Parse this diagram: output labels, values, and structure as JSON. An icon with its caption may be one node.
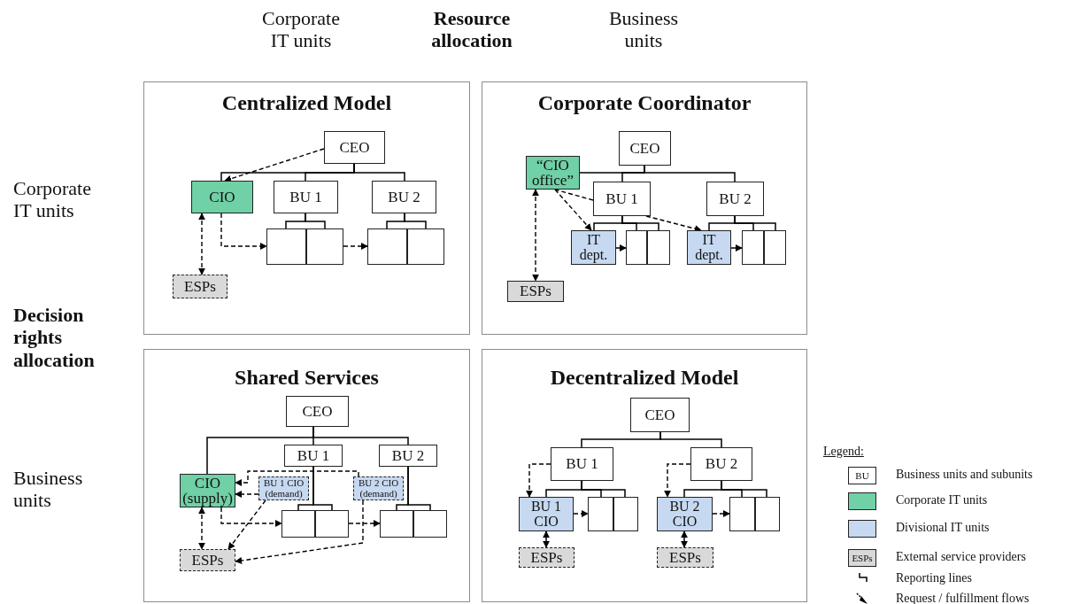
{
  "diagram": {
    "nodes": [
      {
        "text": [
          "Centralized Model"
        ]
      },
      {
        "text": [
          "CEO"
        ],
        "in": 0
      },
      {
        "text": [
          "CIO"
        ],
        "in": 0
      },
      {
        "text": [
          "BU 1"
        ],
        "in": 0
      },
      {
        "text": [
          "BU 2"
        ],
        "in": 0
      },
      {
        "text": [],
        "shape": "box",
        "in": 0
      },
      {
        "text": [],
        "shape": "box",
        "in": 0
      },
      {
        "text": [],
        "shape": "box",
        "in": 0
      },
      {
        "text": [],
        "shape": "box",
        "in": 0
      },
      {
        "text": [
          "ESPs"
        ],
        "in": 0
      },
      {
        "text": [
          "Corporate Coordinator"
        ]
      },
      {
        "text": [
          "CEO"
        ],
        "in": 10
      },
      {
        "text": [
          "“CIO office”"
        ],
        "in": 10
      },
      {
        "text": [
          "BU 1"
        ],
        "in": 10
      },
      {
        "text": [
          "BU 2"
        ],
        "in": 10
      },
      {
        "text": [
          "IT dept."
        ],
        "in": 10
      },
      {
        "text": [],
        "shape": "box",
        "in": 10
      },
      {
        "text": [],
        "shape": "box",
        "in": 10
      },
      {
        "text": [
          "IT dept."
        ],
        "in": 10
      },
      {
        "text": [],
        "shape": "box",
        "in": 10
      },
      {
        "text": [],
        "shape": "box",
        "in": 10
      },
      {
        "text": [
          "ESPs"
        ],
        "in": 10
      },
      {
        "text": [
          "Shared Services"
        ]
      },
      {
        "text": [
          "CEO"
        ],
        "in": 22
      },
      {
        "text": [
          "BU 1"
        ],
        "in": 22
      },
      {
        "text": [
          "BU 2"
        ],
        "in": 22
      },
      {
        "text": [
          "CIO (supply)"
        ],
        "in": 22
      },
      {
        "text": [
          "BU 1 CIO (demand)"
        ],
        "in": 22
      },
      {
        "text": [
          "BU 2 CIO (demand)"
        ],
        "in": 22
      },
      {
        "text": [],
        "shape": "box",
        "in": 22
      },
      {
        "text": [],
        "shape": "box",
        "in": 22
      },
      {
        "text": [],
        "shape": "box",
        "in": 22
      },
      {
        "text": [],
        "shape": "box",
        "in": 22
      },
      {
        "text": [
          "ESPs"
        ],
        "in": 22
      },
      {
        "text": [
          "Decentralized Model"
        ]
      },
      {
        "text": [
          "CEO"
        ],
        "in": 34
      },
      {
        "text": [
          "BU 1"
        ],
        "in": 34
      },
      {
        "text": [
          "BU 2"
        ],
        "in": 34
      },
      {
        "text": [
          "BU 1 CIO"
        ],
        "in": 34
      },
      {
        "text": [],
        "shape": "box",
        "in": 34
      },
      {
        "text": [],
        "shape": "box",
        "in": 34
      },
      {
        "text": [
          "BU 2 CIO"
        ],
        "in": 34
      },
      {
        "text": [],
        "shape": "box",
        "in": 34
      },
      {
        "text": [],
        "shape": "box",
        "in": 34
      },
      {
        "text": [
          "ESPs"
        ],
        "in": 34
      },
      {
        "text": [
          "ESPs"
        ],
        "in": 34
      }
    ],
    "edges": [
      {
        "from": 1,
        "to": 2,
        "arrow": "none"
      },
      {
        "from": 1,
        "to": 3,
        "arrow": "none"
      },
      {
        "from": 1,
        "to": 4,
        "arrow": "none"
      },
      {
        "from": 3,
        "to": 5,
        "arrow": "none"
      },
      {
        "from": 3,
        "to": 6,
        "arrow": "none"
      },
      {
        "from": 4,
        "to": 7,
        "arrow": "none"
      },
      {
        "from": 4,
        "to": 8,
        "arrow": "none"
      },
      {
        "from": 1,
        "to": 2,
        "arrow": "to",
        "style": "dashed"
      },
      {
        "from": 2,
        "to": 9,
        "arrow": "both",
        "style": "dashed"
      },
      {
        "from": 2,
        "to": 5,
        "arrow": "to",
        "style": "dashed"
      },
      {
        "from": 6,
        "to": 7,
        "arrow": "to",
        "style": "dashed"
      },
      {
        "from": 11,
        "to": 12,
        "arrow": "none"
      },
      {
        "from": 11,
        "to": 13,
        "arrow": "none"
      },
      {
        "from": 11,
        "to": 14,
        "arrow": "none"
      },
      {
        "from": 13,
        "to": 15,
        "arrow": "none"
      },
      {
        "from": 13,
        "to": 16,
        "arrow": "none"
      },
      {
        "from": 13,
        "to": 17,
        "arrow": "none"
      },
      {
        "from": 14,
        "to": 18,
        "arrow": "none"
      },
      {
        "from": 14,
        "to": 19,
        "arrow": "none"
      },
      {
        "from": 14,
        "to": 20,
        "arrow": "none"
      },
      {
        "from": 13,
        "to": 12,
        "arrow": "none",
        "style": "dashed"
      },
      {
        "from": 12,
        "to": 15,
        "arrow": "to",
        "style": "dashed"
      },
      {
        "from": 13,
        "to": 18,
        "arrow": "to",
        "style": "dashed"
      },
      {
        "from": 12,
        "to": 21,
        "arrow": "both",
        "style": "dashed"
      },
      {
        "from": 15,
        "to": 16,
        "arrow": "to"
      },
      {
        "from": 18,
        "to": 19,
        "arrow": "to"
      },
      {
        "from": 23,
        "to": 26,
        "arrow": "none"
      },
      {
        "from": 23,
        "to": 24,
        "arrow": "none"
      },
      {
        "from": 23,
        "to": 25,
        "arrow": "none"
      },
      {
        "from": 24,
        "to": 29,
        "arrow": "none"
      },
      {
        "from": 24,
        "to": 30,
        "arrow": "none"
      },
      {
        "from": 25,
        "to": 31,
        "arrow": "none"
      },
      {
        "from": 25,
        "to": 32,
        "arrow": "none"
      },
      {
        "from": 27,
        "to": 26,
        "arrow": "to",
        "style": "dashed"
      },
      {
        "from": 28,
        "to": 26,
        "arrow": "to",
        "style": "dashed"
      },
      {
        "from": 26,
        "to": 33,
        "arrow": "both",
        "style": "dashed"
      },
      {
        "from": 26,
        "to": 29,
        "arrow": "to",
        "style": "dashed"
      },
      {
        "from": 30,
        "to": 31,
        "arrow": "to",
        "style": "dashed"
      },
      {
        "from": 27,
        "to": 33,
        "arrow": "to",
        "style": "dashed"
      },
      {
        "from": 28,
        "to": 33,
        "arrow": "to",
        "style": "dashed"
      },
      {
        "from": 35,
        "to": 36,
        "arrow": "none"
      },
      {
        "from": 35,
        "to": 37,
        "arrow": "none"
      },
      {
        "from": 36,
        "to": 38,
        "arrow": "none"
      },
      {
        "from": 36,
        "to": 39,
        "arrow": "none"
      },
      {
        "from": 36,
        "to": 40,
        "arrow": "none"
      },
      {
        "from": 37,
        "to": 41,
        "arrow": "none"
      },
      {
        "from": 37,
        "to": 42,
        "arrow": "none"
      },
      {
        "from": 37,
        "to": 43,
        "arrow": "none"
      },
      {
        "from": 36,
        "to": 38,
        "arrow": "to",
        "style": "dashed"
      },
      {
        "from": 38,
        "to": 39,
        "arrow": "to",
        "style": "dashed"
      },
      {
        "from": 38,
        "to": 44,
        "arrow": "both"
      },
      {
        "from": 37,
        "to": 41,
        "arrow": "to",
        "style": "dashed"
      },
      {
        "from": 41,
        "to": 42,
        "arrow": "to",
        "style": "dashed"
      },
      {
        "from": 41,
        "to": 45,
        "arrow": "both"
      }
    ],
    "labels": [
      "Corporate IT units",
      "Resource allocation",
      "Business units",
      "Corporate IT units",
      "Decision rights allocation",
      "Business units",
      "Legend:",
      "BU",
      "ESPs"
    ],
    "legend": [
      {
        "text": "Business units and subunits",
        "color": "#ffffff"
      },
      {
        "text": "Corporate IT units",
        "color": "#70d0a6"
      },
      {
        "text": "Divisional IT units",
        "color": "#c6d9f1"
      },
      {
        "text": "External service providers",
        "color": "#d9d9d9"
      },
      {
        "text": "Reporting lines"
      },
      {
        "text": "Request / fulfillment flows"
      }
    ]
  }
}
